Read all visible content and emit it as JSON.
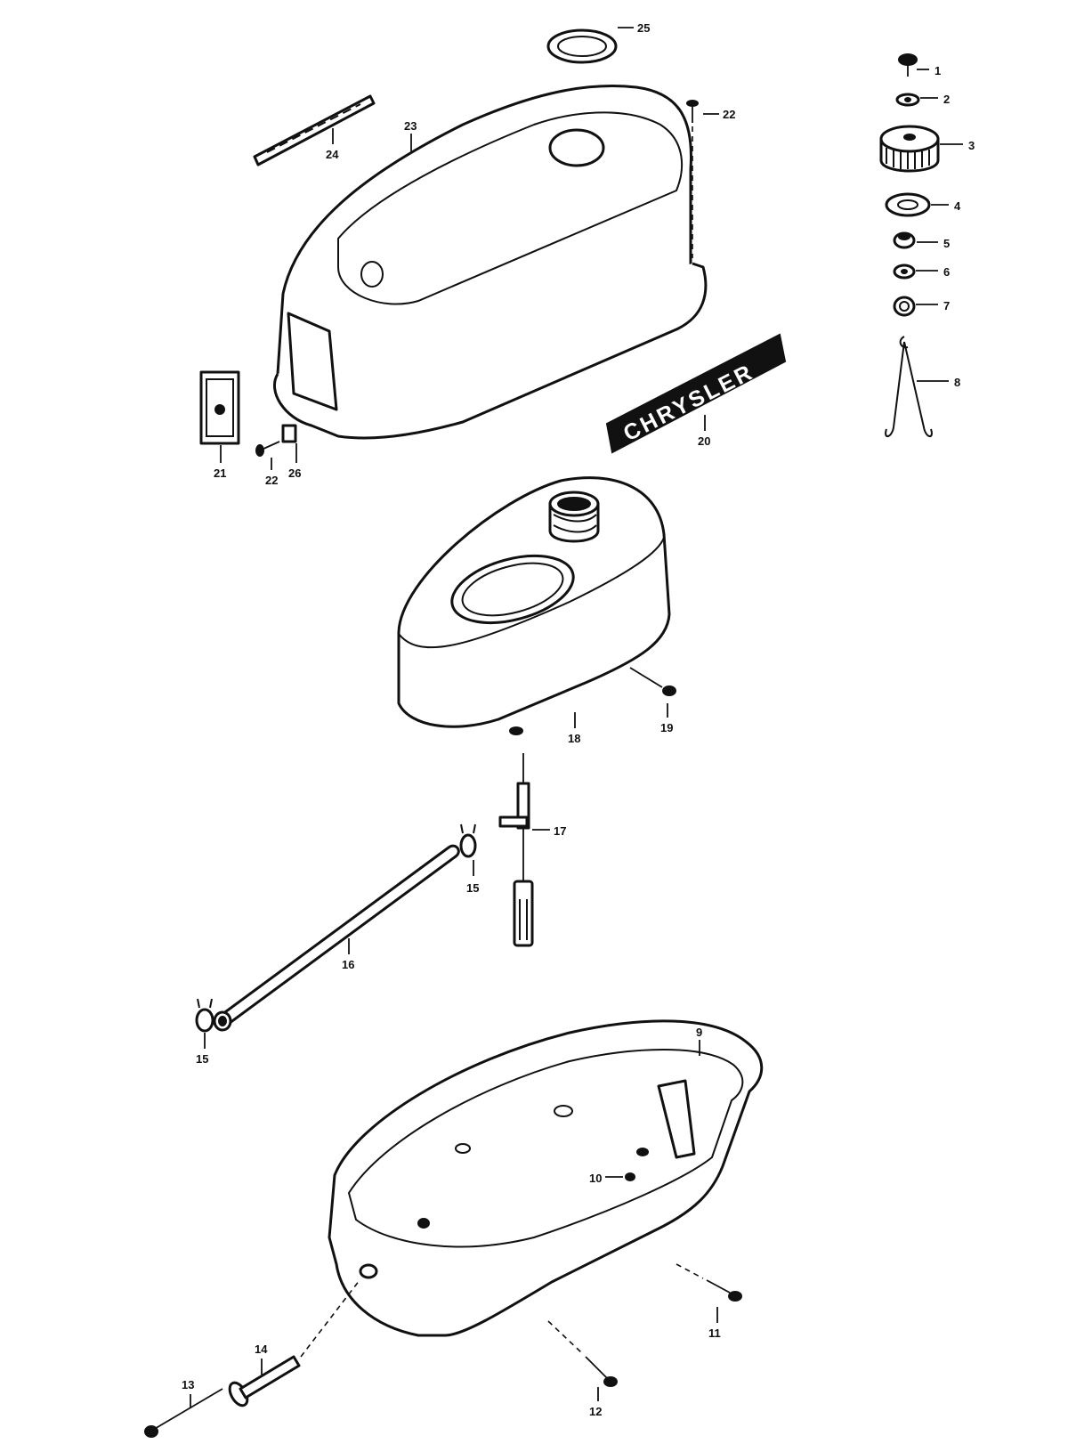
{
  "decal_brand": "CHRYSLER",
  "parts": {
    "p1": "1",
    "p2": "2",
    "p3": "3",
    "p4": "4",
    "p5": "5",
    "p6": "6",
    "p7": "7",
    "p8": "8",
    "p9": "9",
    "p10": "10",
    "p11": "11",
    "p12": "12",
    "p13": "13",
    "p14": "14",
    "p15a": "15",
    "p15b": "15",
    "p16": "16",
    "p17": "17",
    "p18": "18",
    "p19": "19",
    "p20": "20",
    "p21": "21",
    "p22a": "22",
    "p22b": "22",
    "p23": "23",
    "p24": "24",
    "p25": "25",
    "p26": "26"
  }
}
